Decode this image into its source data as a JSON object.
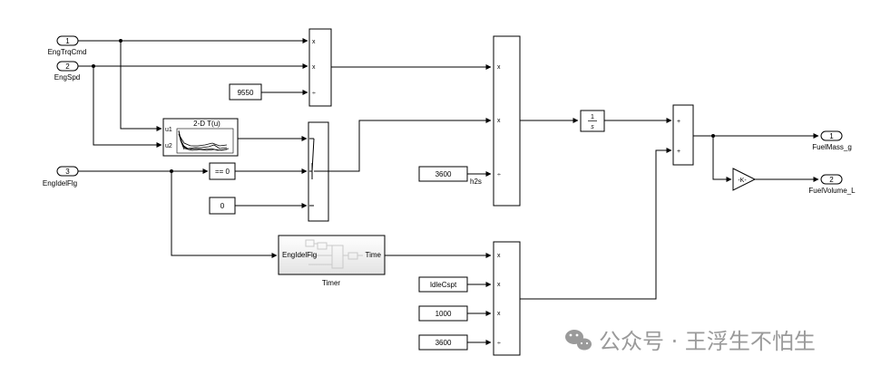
{
  "inports": [
    {
      "num": "1",
      "name": "EngTrqCmd"
    },
    {
      "num": "2",
      "name": "EngSpd"
    },
    {
      "num": "3",
      "name": "EngIdelFlg"
    }
  ],
  "outports": [
    {
      "num": "1",
      "name": "FuelMass_g"
    },
    {
      "num": "2",
      "name": "FuelVolume_L"
    }
  ],
  "constants": {
    "c9550": "9550",
    "c3600_top": "3600",
    "h2s": "h2s",
    "c0": "0",
    "idle": "IdleCspt",
    "c1000": "1000",
    "c3600_bot": "3600"
  },
  "compare": "== 0",
  "lookup": {
    "title": "2-D T(u)",
    "in1": "u1",
    "in2": "u2"
  },
  "timer": {
    "in": "EngIdelFlg",
    "out": "Time",
    "label": "Timer"
  },
  "integrator": {
    "num": "1",
    "den": "s"
  },
  "gain": "-K-",
  "signs": {
    "mul": "x",
    "div": "÷",
    "plus": "+"
  },
  "watermark": "公众号 · 王浮生不怕生"
}
